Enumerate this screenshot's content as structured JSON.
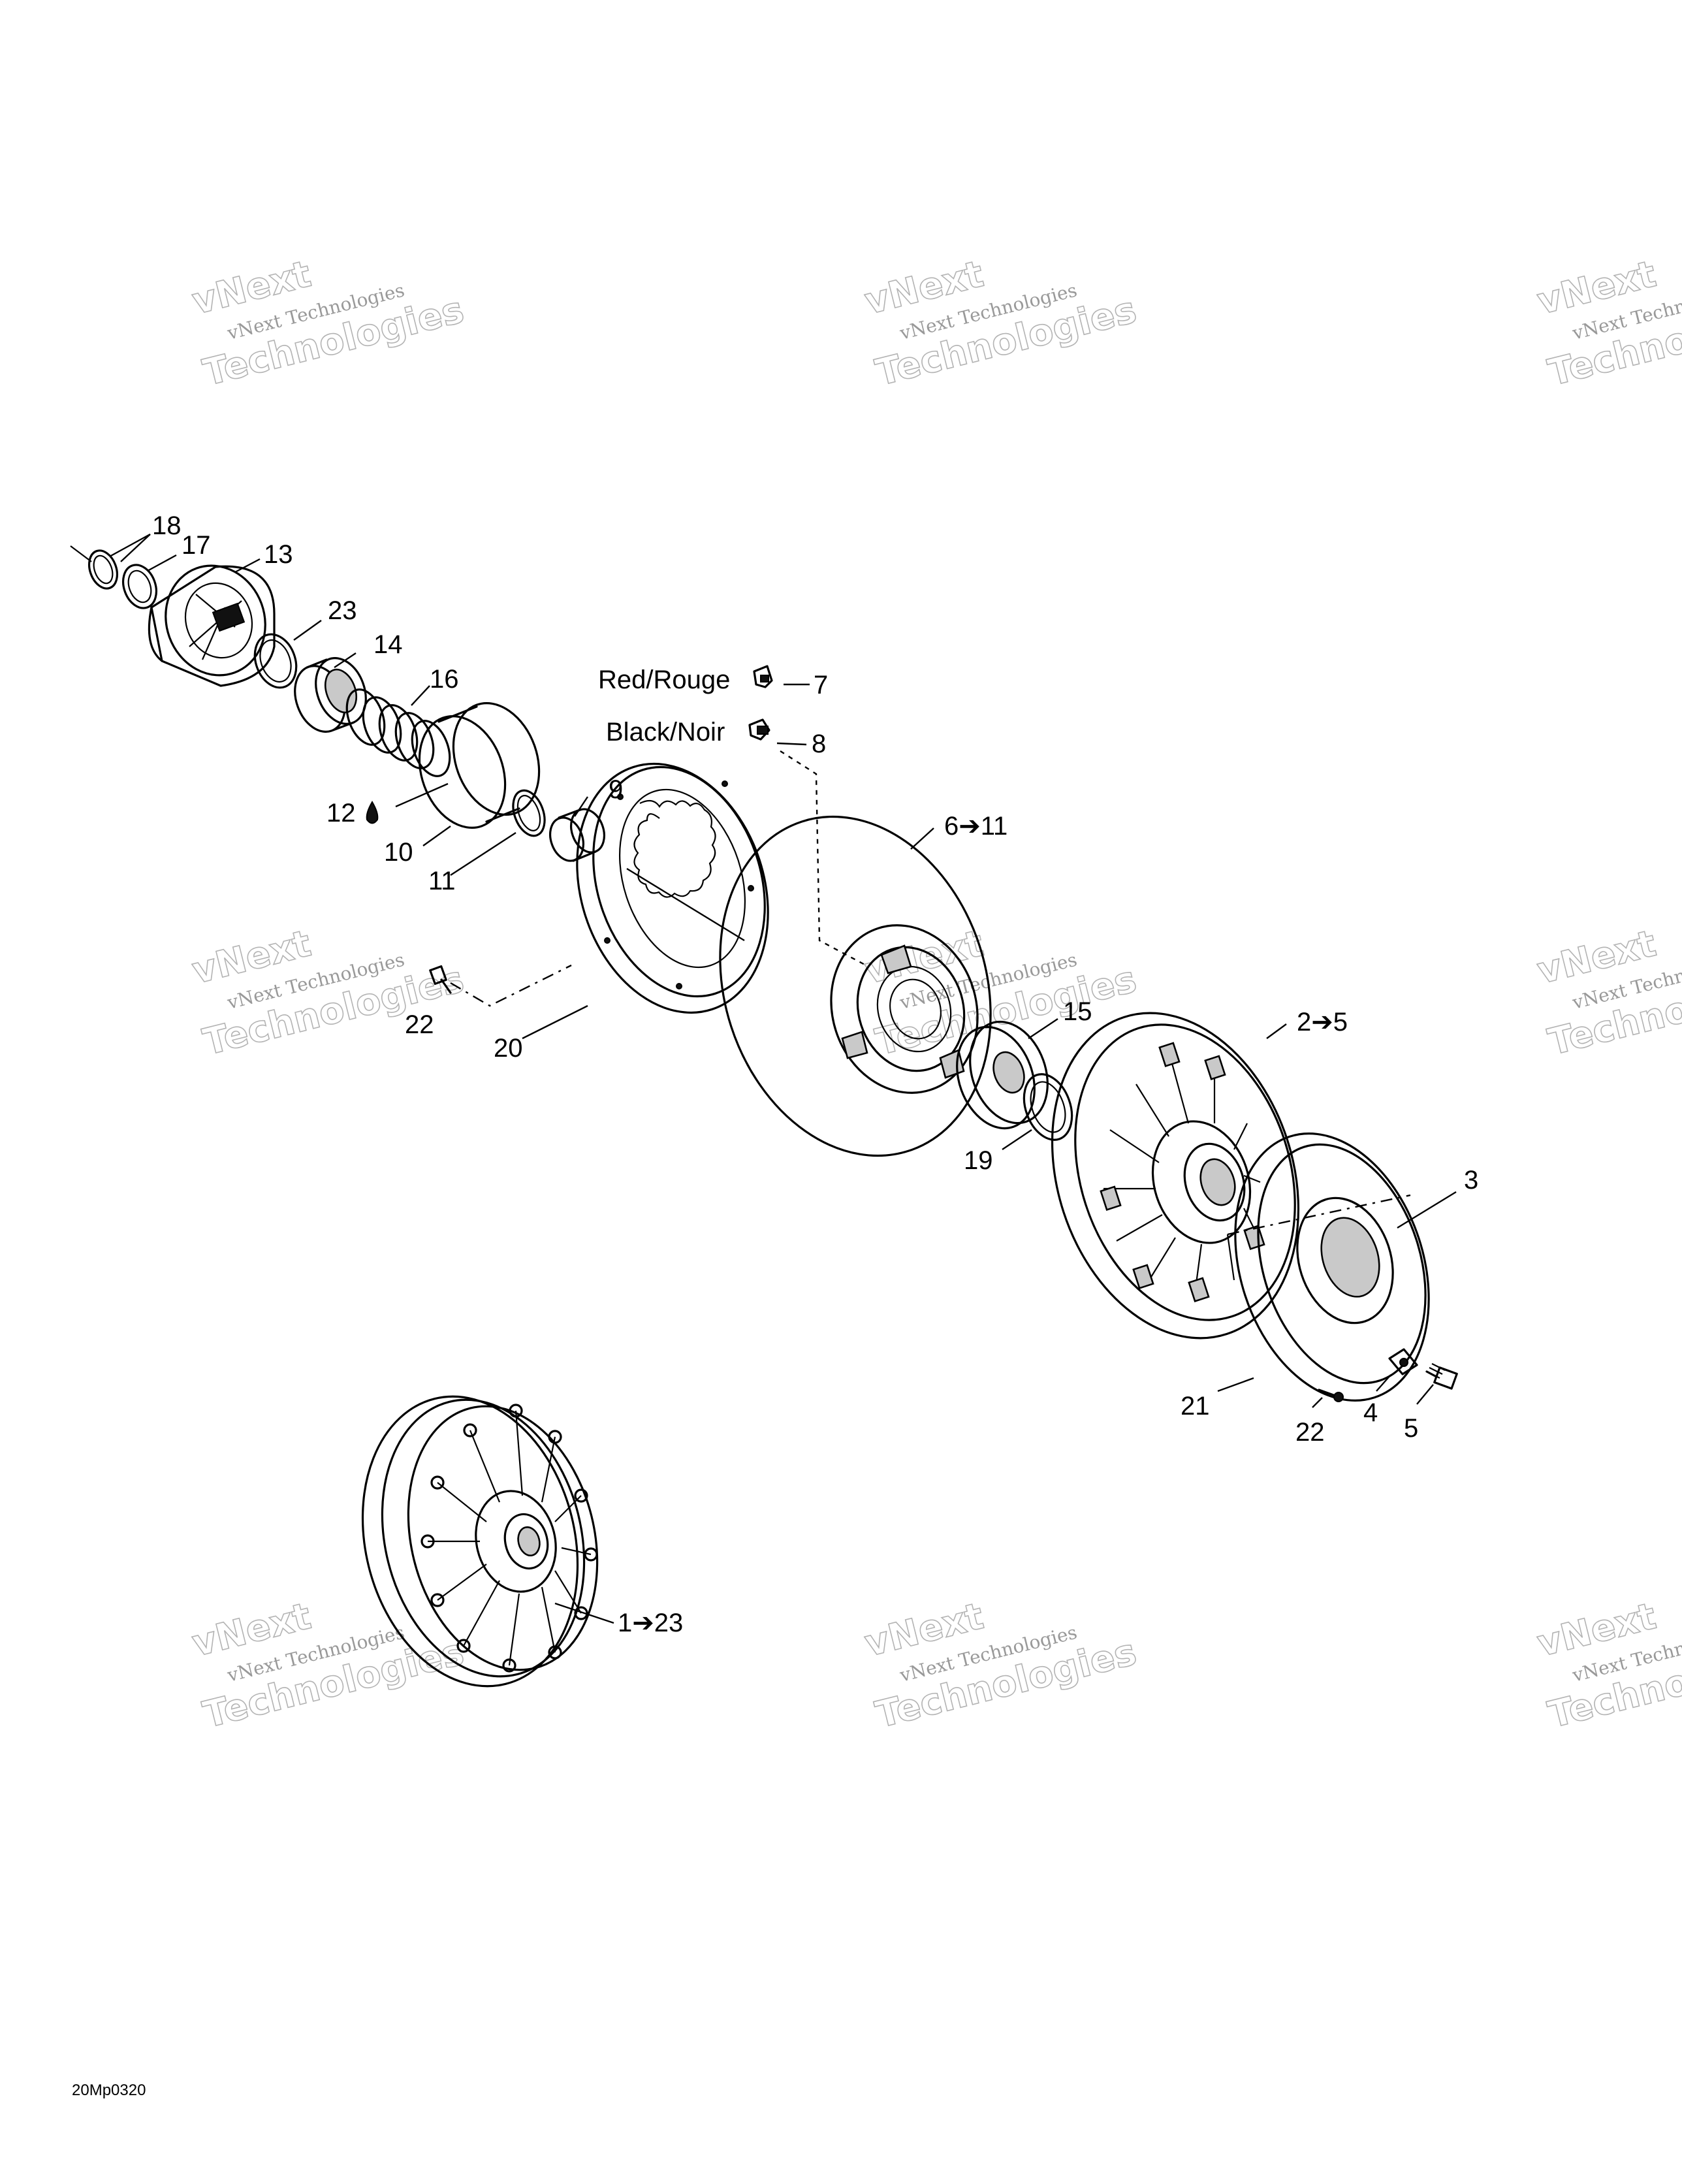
{
  "figure_code": "20Mp0320",
  "watermark": {
    "brand": "vNext",
    "line1": "vNext Technologies",
    "line2": "Technologies"
  },
  "callouts": [
    {
      "id": "c18",
      "label": "18"
    },
    {
      "id": "c17",
      "label": "17"
    },
    {
      "id": "c13",
      "label": "13"
    },
    {
      "id": "c23",
      "label": "23"
    },
    {
      "id": "c14",
      "label": "14"
    },
    {
      "id": "c16",
      "label": "16"
    },
    {
      "id": "c12",
      "label": "12"
    },
    {
      "id": "c10",
      "label": "10"
    },
    {
      "id": "c11",
      "label": "11"
    },
    {
      "id": "c9",
      "label": "9"
    },
    {
      "id": "c7",
      "label": "7"
    },
    {
      "id": "c8",
      "label": "8"
    },
    {
      "id": "c6_11",
      "label": "6➔11"
    },
    {
      "id": "c22a",
      "label": "22"
    },
    {
      "id": "c20",
      "label": "20"
    },
    {
      "id": "c15",
      "label": "15"
    },
    {
      "id": "c2_5",
      "label": "2➔5"
    },
    {
      "id": "c19",
      "label": "19"
    },
    {
      "id": "c3",
      "label": "3"
    },
    {
      "id": "c21",
      "label": "21"
    },
    {
      "id": "c22b",
      "label": "22"
    },
    {
      "id": "c4",
      "label": "4"
    },
    {
      "id": "c5",
      "label": "5"
    },
    {
      "id": "c1_23",
      "label": "1➔23"
    }
  ],
  "color_notes": {
    "red": "Red/Rouge",
    "black": "Black/Noir"
  }
}
